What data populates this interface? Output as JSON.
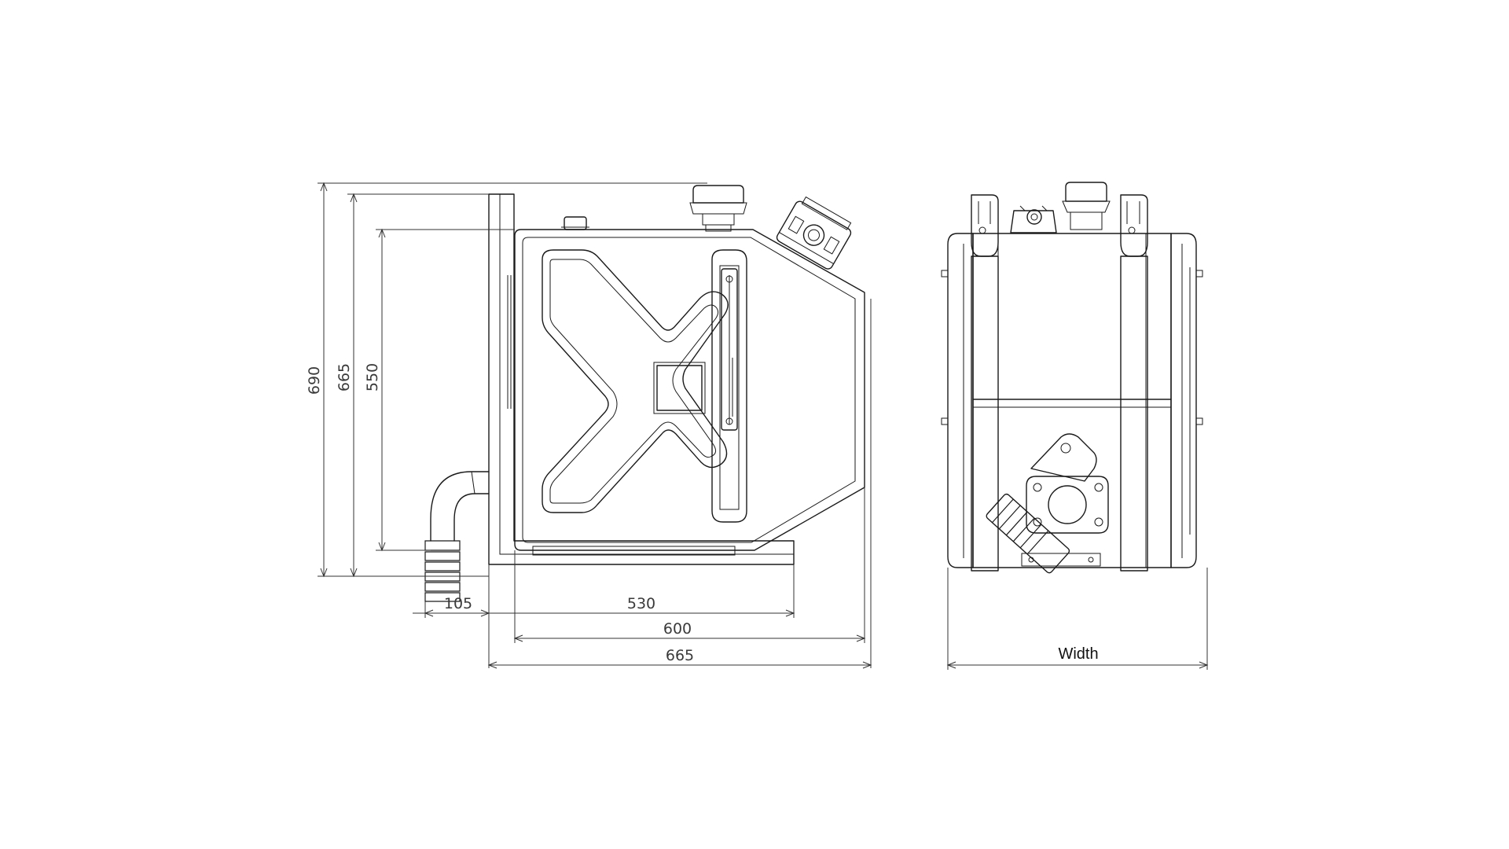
{
  "dimensions": {
    "height_total": "690",
    "height_body": "665",
    "height_inner": "550",
    "depth_offset": "105",
    "depth_base": "530",
    "depth_body": "600",
    "depth_total": "665",
    "width_label": "Width"
  },
  "colors": {
    "line": "#1a1a1a",
    "dimension": "#333333",
    "background": "#ffffff"
  }
}
